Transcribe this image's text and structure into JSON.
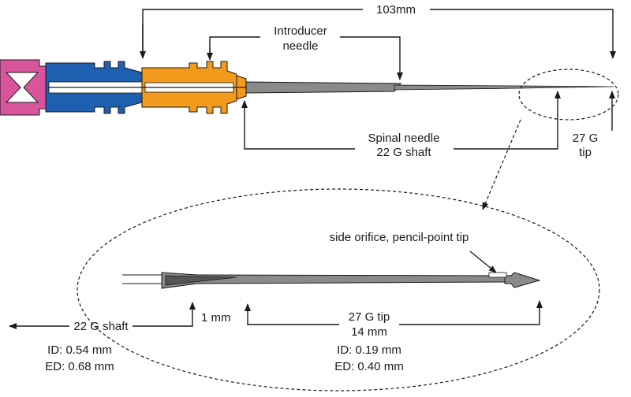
{
  "labels": {
    "length": "103mm",
    "introducer": [
      "Introducer",
      "needle"
    ],
    "spinal": [
      "Spinal needle",
      "22 G shaft"
    ],
    "tip_top": [
      "27 G",
      "tip"
    ],
    "side_orifice": "side orifice, pencil-point tip",
    "shaft_bottom": "22 G shaft",
    "one_mm": "1 mm",
    "tip_bottom": [
      "27 G tip",
      "14 mm"
    ],
    "shaft_id": "ID: 0.54 mm",
    "shaft_ed": "ED: 0.68 mm",
    "tip_id": "ID: 0.19 mm",
    "tip_ed": "ED: 0.40 mm"
  },
  "colors": {
    "hub_pink": "#d9559b",
    "hub_blue": "#1f5fb0",
    "hub_orange": "#f29a1c",
    "needle_gray": "#8a8a8a"
  }
}
